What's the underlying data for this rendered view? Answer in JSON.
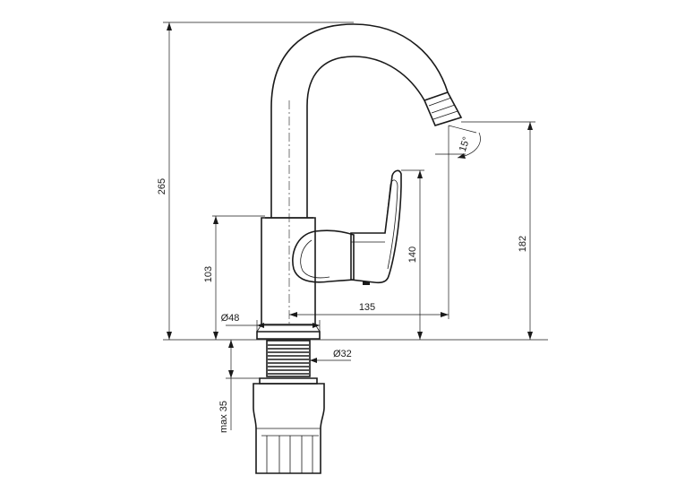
{
  "dimensions": {
    "overall_height": "265",
    "spout_height": "182",
    "handle_height": "140",
    "body_height": "103",
    "spout_reach": "135",
    "base_diameter": "Ø48",
    "shank_diameter": "Ø32",
    "max_counter_thickness": "max 35",
    "spout_angle": "15°"
  }
}
